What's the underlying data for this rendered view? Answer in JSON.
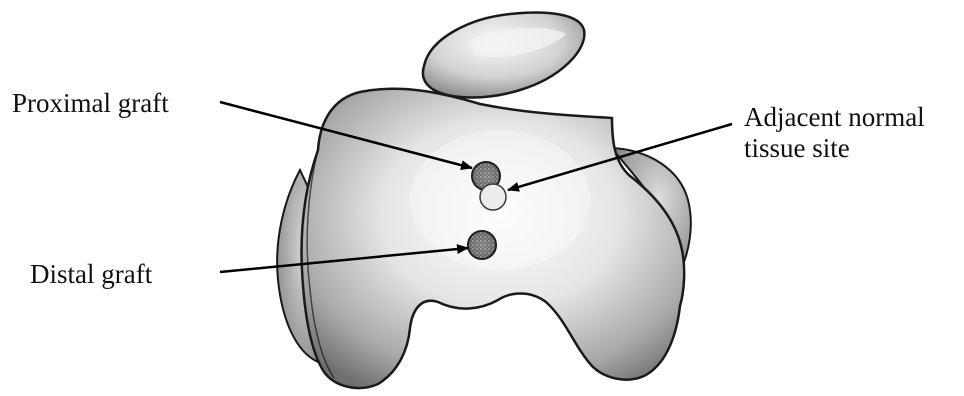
{
  "labels": {
    "proximal_graft": "Proximal graft",
    "adjacent_normal_line1": "Adjacent normal",
    "adjacent_normal_line2": "tissue site",
    "distal_graft": "Distal graft"
  },
  "colors": {
    "bone_light": "#fbfbfb",
    "bone_mid": "#c9c9c9",
    "bone_dark": "#6f6f6f",
    "outline": "#1a1a1a",
    "arrow": "#000000",
    "text": "#111111"
  }
}
